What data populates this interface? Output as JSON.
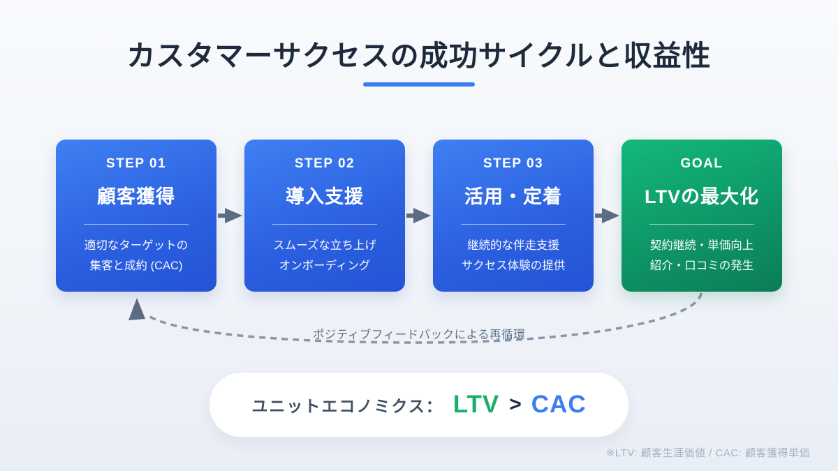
{
  "title": "カスタマーサクセスの成功サイクルと収益性",
  "cards": [
    {
      "step": "STEP 01",
      "title": "顧客獲得",
      "desc1": "適切なターゲットの",
      "desc2": "集客と成約 (CAC)"
    },
    {
      "step": "STEP 02",
      "title": "導入支援",
      "desc1": "スムーズな立ち上げ",
      "desc2": "オンボーディング"
    },
    {
      "step": "STEP 03",
      "title": "活用・定着",
      "desc1": "継続的な伴走支援",
      "desc2": "サクセス体験の提供"
    },
    {
      "step": "GOAL",
      "title": "LTVの最大化",
      "desc1": "契約継続・単価向上",
      "desc2": "紹介・口コミの発生"
    }
  ],
  "loop": {
    "label": "ポジティブフィードバックによる再循環"
  },
  "formula": {
    "prefix": "ユニットエコノミクス：",
    "ltv": "LTV",
    "operator": ">",
    "cac": "CAC"
  },
  "footnote": "※LTV: 顧客生涯価値 / CAC: 顧客獲得単価",
  "colors": {
    "title_text": "#1e2a3b",
    "accent_underline": "#3b7cf0",
    "card_blue_top": "#3f80f2",
    "card_blue_bottom": "#2453d6",
    "card_green_top": "#13b87c",
    "card_green_bottom": "#0b7d56",
    "step_arrow": "#5c6c81",
    "loop_dash": "#8796ab",
    "ltv_green": "#17b069",
    "cac_blue": "#3b7cf0",
    "footnote_gray": "#a6b1c3"
  }
}
